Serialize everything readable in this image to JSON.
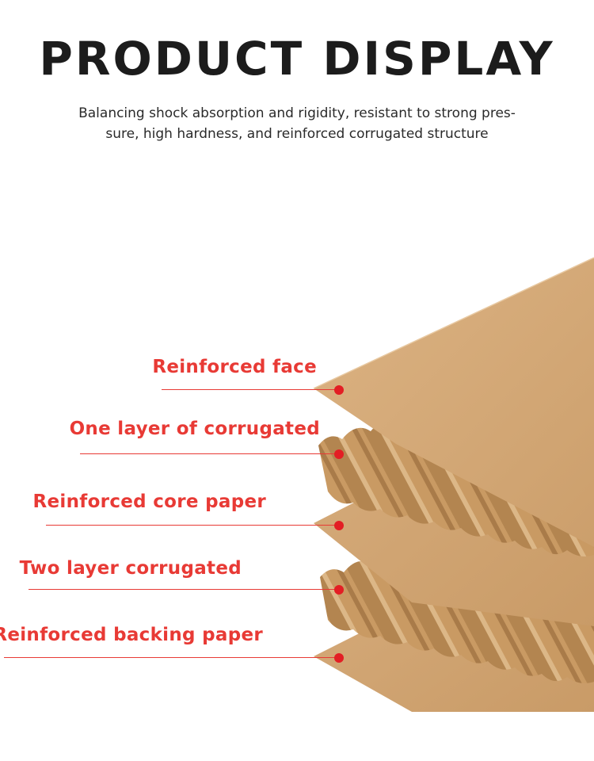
{
  "header": {
    "title": "PRODUCT DISPLAY",
    "subtitle_line1": "Balancing shock absorption and rigidity, resistant to strong pres-",
    "subtitle_line2": "sure, high hardness, and reinforced corrugated structure"
  },
  "layers": [
    {
      "label": "Reinforced face"
    },
    {
      "label": "One layer of corrugated"
    },
    {
      "label": "Reinforced core paper"
    },
    {
      "label": "Two layer corrugated"
    },
    {
      "label": "Reinforced backing paper"
    }
  ],
  "colors": {
    "accent": "#e83a35",
    "kraft_light": "#d6ac7c",
    "kraft_dark": "#b98c58"
  }
}
